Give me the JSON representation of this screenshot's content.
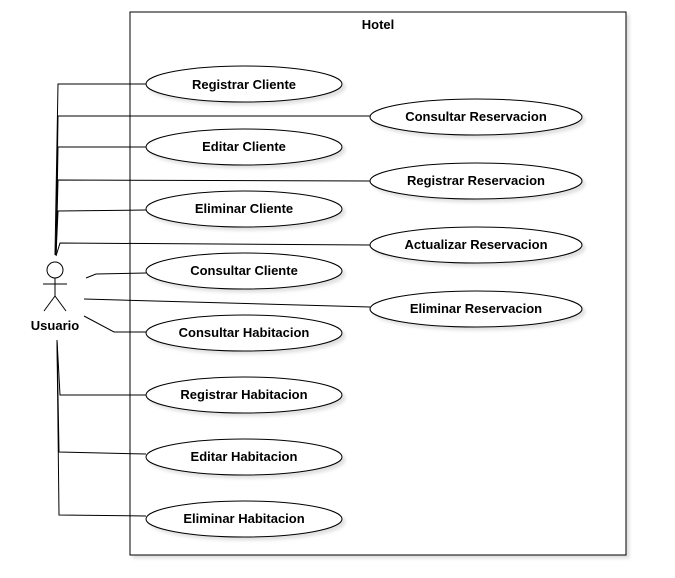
{
  "system": {
    "title": "Hotel"
  },
  "actor": {
    "label": "Usuario"
  },
  "use_cases": {
    "registrar_cliente": "Registrar Cliente",
    "editar_cliente": "Editar Cliente",
    "eliminar_cliente": "Eliminar Cliente",
    "consultar_cliente": "Consultar Cliente",
    "consultar_habitacion": "Consultar Habitacion",
    "registrar_habitacion": "Registrar Habitacion",
    "editar_habitacion": "Editar Habitacion",
    "eliminar_habitacion": "Eliminar Habitacion",
    "consultar_reservacion": "Consultar Reservacion",
    "registrar_reservacion": "Registrar Reservacion",
    "actualizar_reservacion": "Actualizar Reservacion",
    "eliminar_reservacion": "Eliminar Reservacion"
  }
}
